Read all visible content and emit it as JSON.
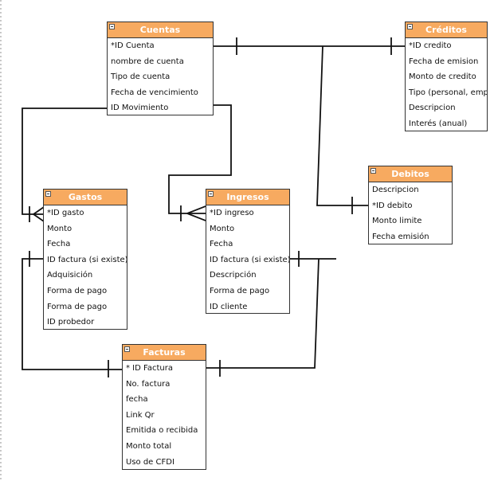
{
  "entities": {
    "cuentas": {
      "title": "Cuentas",
      "attributes": [
        "*ID Cuenta",
        "nombre de cuenta",
        "Tipo de cuenta",
        "Fecha de vencimiento",
        "ID Movimiento"
      ]
    },
    "creditos": {
      "title": "Créditos",
      "attributes": [
        "*ID credito",
        "Fecha de emision",
        "Monto de credito",
        "Tipo (personal, empre",
        "Descripcion",
        "Interés (anual)"
      ]
    },
    "debitos": {
      "title": "Debitos",
      "attributes": [
        "Descripcion",
        "*ID debito",
        "Monto limite",
        "Fecha emisión"
      ]
    },
    "gastos": {
      "title": "Gastos",
      "attributes": [
        "*ID gasto",
        "Monto",
        "Fecha",
        "ID factura (si existe)",
        "Adquisición",
        "Forma de pago",
        "Forma de pago",
        "ID probedor"
      ]
    },
    "ingresos": {
      "title": "Ingresos",
      "attributes": [
        "*ID ingreso",
        "Monto",
        "Fecha",
        "ID factura (si existe)",
        "Descripción",
        "Forma de pago",
        "ID cliente"
      ]
    },
    "facturas": {
      "title": "Facturas",
      "attributes": [
        "* ID Factura",
        "No. factura",
        "fecha",
        "Link Qr",
        "Emitida o recibida",
        "Monto total",
        "Uso de CFDI"
      ]
    }
  },
  "colors": {
    "header": "#f7aa60",
    "border": "#333333",
    "line": "#111111"
  }
}
